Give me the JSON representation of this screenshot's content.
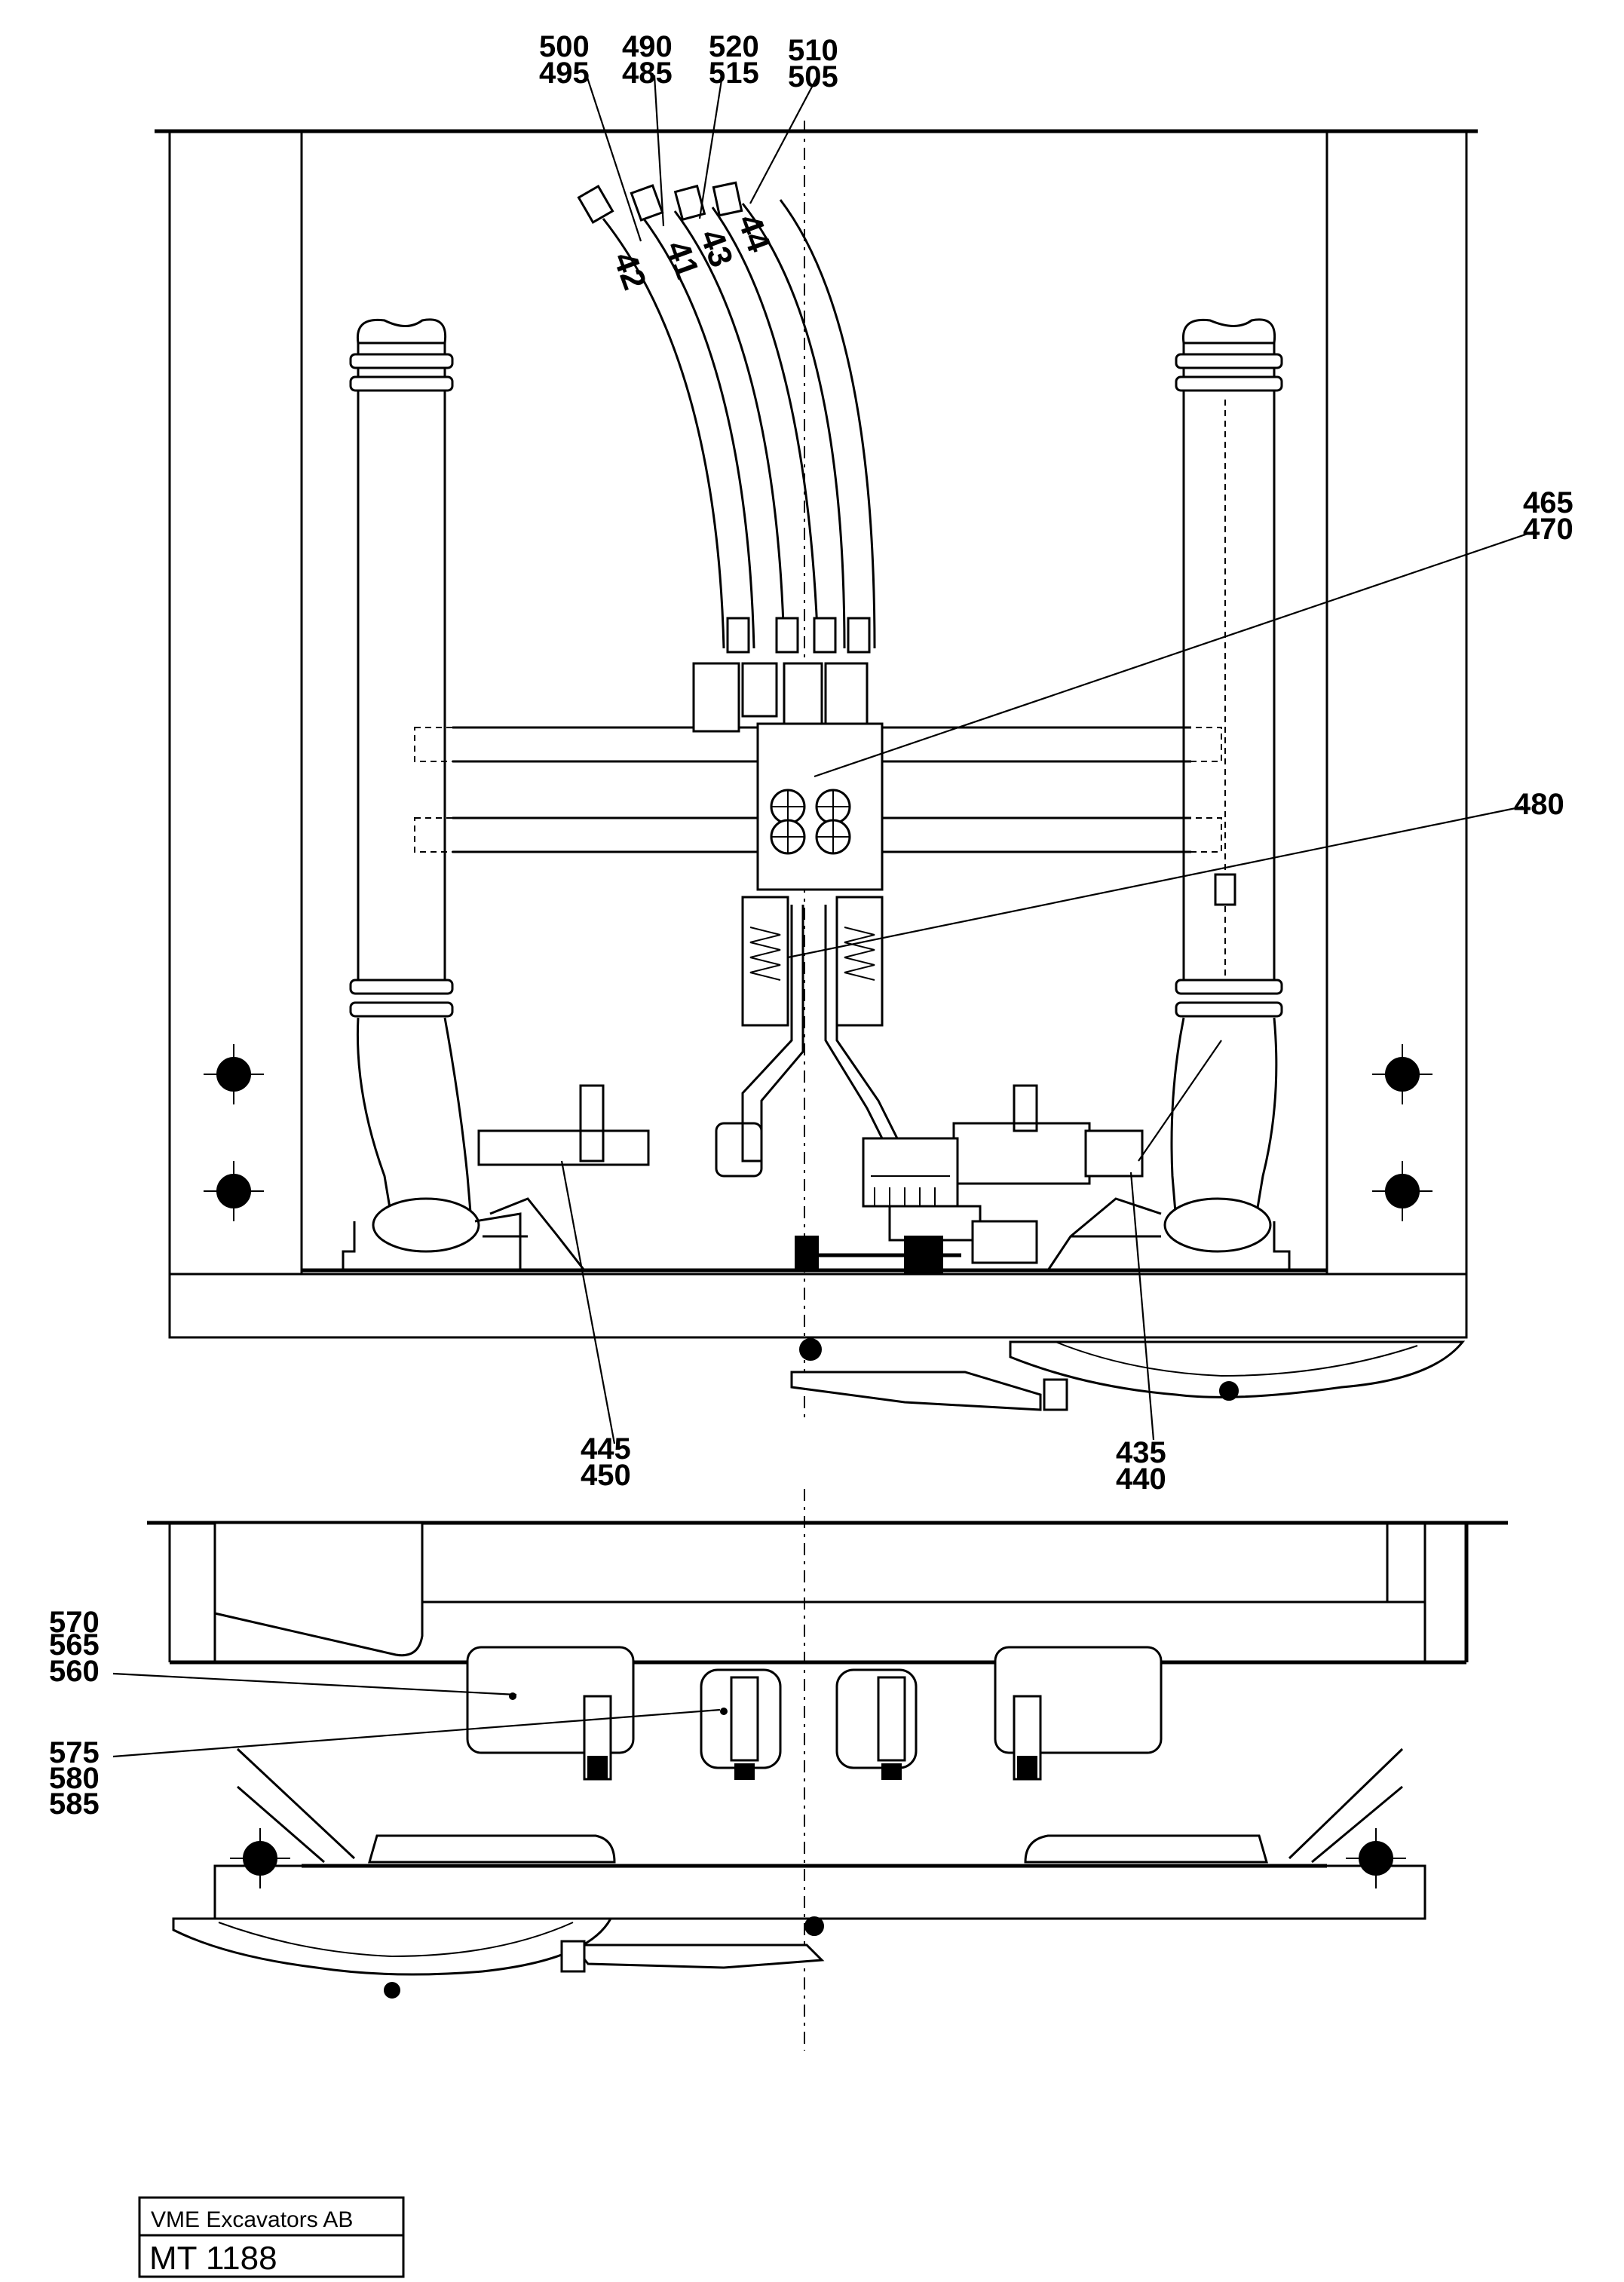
{
  "callouts": {
    "c500_495": [
      "500",
      "495"
    ],
    "c490_485": [
      "490",
      "485"
    ],
    "c520_515": [
      "520",
      "515"
    ],
    "c510_505": [
      "510",
      "505"
    ],
    "hose_42": "42",
    "hose_41": "41",
    "hose_43": "43",
    "hose_44": "44",
    "c465_470": [
      "465",
      "470"
    ],
    "c480": "480",
    "c445_450": [
      "445",
      "450"
    ],
    "c435_440": [
      "435",
      "440"
    ],
    "c570_565_560": [
      "570",
      "565",
      "560"
    ],
    "c575_580_585": [
      "575",
      "580",
      "585"
    ]
  },
  "title_block": {
    "company": "VME Excavators AB",
    "drawing_code": "MT 1188"
  }
}
